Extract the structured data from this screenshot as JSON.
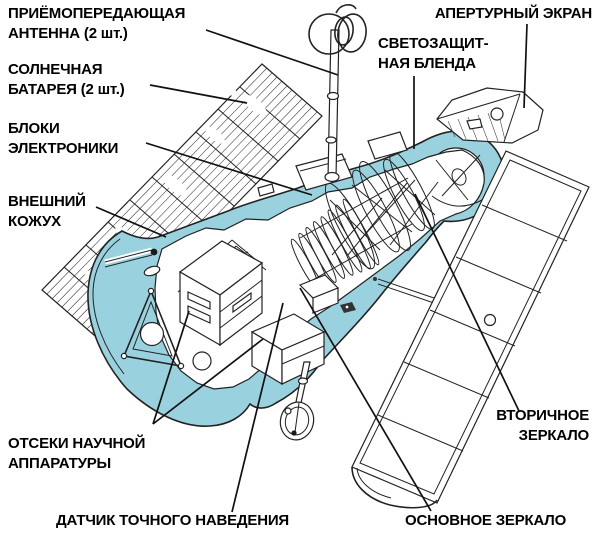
{
  "colors": {
    "background": "#ffffff",
    "body_fill": "#9ad1de",
    "line": "#222222",
    "leader_line": "#111111",
    "label_text": "#000000"
  },
  "illustration_parts": [
    "hubble-telescope-cutaway",
    "left-solar-panel",
    "right-solar-panel",
    "transceiver-antenna-top",
    "transceiver-antenna-bottom",
    "aperture-door",
    "light-shield-ring",
    "outer-shell",
    "science-instrument-boxes",
    "internal-truss"
  ],
  "labels": {
    "transceiver_antenna": [
      "ПРИЁМОПЕРЕДАЮЩАЯ",
      "АНТЕННА (2 шт.)"
    ],
    "solar_array": [
      "СОЛНЕЧНАЯ",
      "БАТАРЕЯ (2 шт.)"
    ],
    "electronics_units": [
      "БЛОКИ",
      "ЭЛЕКТРОНИКИ"
    ],
    "outer_shell": [
      "ВНЕШНИЙ",
      "КОЖУХ"
    ],
    "aperture_screen": [
      "АПЕРТУРНЫЙ ЭКРАН"
    ],
    "light_shield": [
      "СВЕТОЗАЩИТ-",
      "НАЯ БЛЕНДА"
    ],
    "secondary_mirror": [
      "ВТОРИЧНОЕ",
      "ЗЕРКАЛО"
    ],
    "science_instrument_bays": [
      "ОТСЕКИ НАУЧНОЙ",
      "АППАРАТУРЫ"
    ],
    "fine_guidance_sensor": [
      "ДАТЧИК ТОЧНОГО НАВЕДЕНИЯ"
    ],
    "primary_mirror": [
      "ОСНОВНОЕ ЗЕРКАЛО"
    ]
  }
}
